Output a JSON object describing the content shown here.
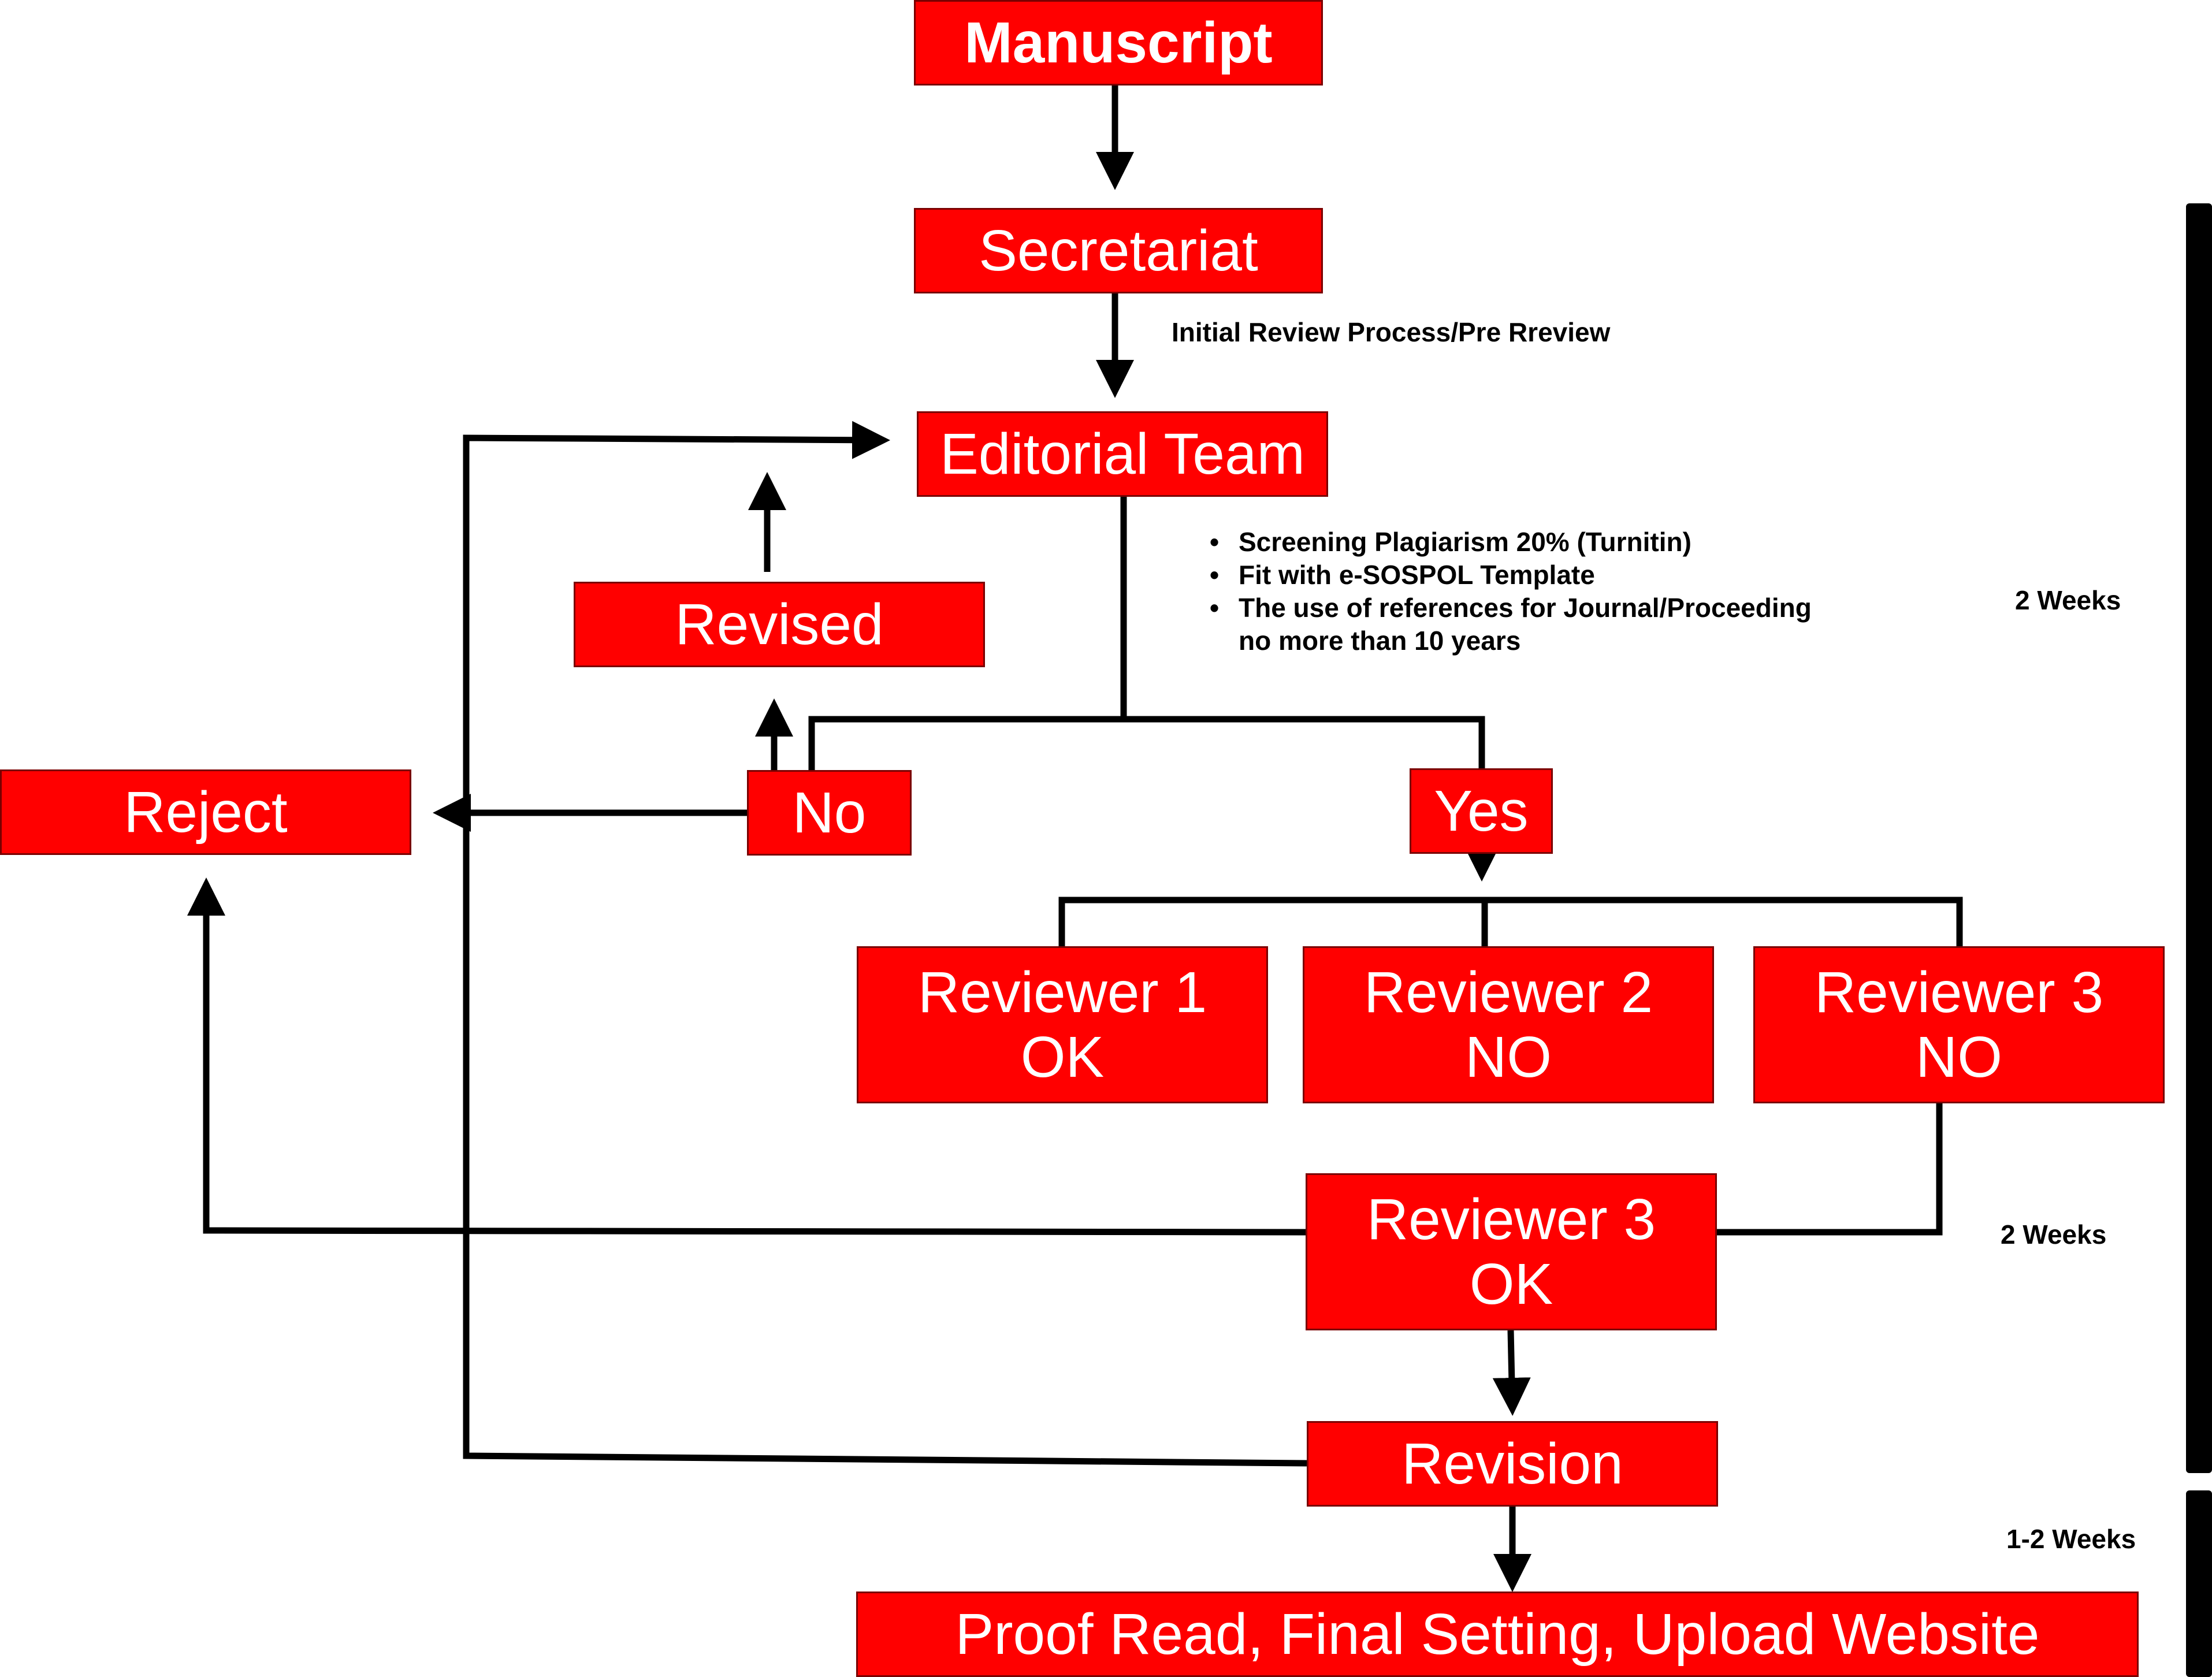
{
  "diagram": {
    "boxes": {
      "manuscript": "Manuscript",
      "secretariat": "Secretariat",
      "editorial_team": "Editorial Team",
      "revised": "Revised",
      "reject": "Reject",
      "no": "No",
      "yes": "Yes",
      "reviewer1": {
        "title": "Reviewer 1",
        "status": "OK"
      },
      "reviewer2": {
        "title": "Reviewer 2",
        "status": "NO"
      },
      "reviewer3": {
        "title": "Reviewer 3",
        "status": "NO"
      },
      "reviewer3_ok": {
        "title": "Reviewer 3",
        "status": "OK"
      },
      "revision": "Revision",
      "final": "Proof Read, Final Setting, Upload Website"
    },
    "notes": {
      "initial_review": "Initial Review Process/Pre Rreview",
      "screening": [
        "Screening Plagiarism 20% (Turnitin)",
        "Fit with e-SOSPOL Template",
        "The use of references for Journal/Proceeding"
      ],
      "screening_continuation": "no more than 10 years",
      "bullet_glyph": "•"
    },
    "timeline": {
      "stage1": "2 Weeks",
      "stage2": "2 Weeks",
      "stage3": "1-2 Weeks"
    },
    "colors": {
      "box_fill": "#ff0000",
      "box_text": "#ffffff",
      "line": "#000000"
    }
  }
}
